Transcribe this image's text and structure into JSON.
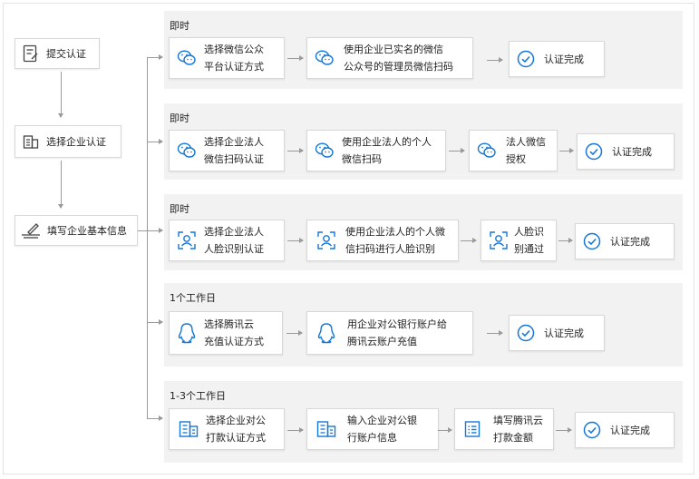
{
  "left": {
    "step1": "提交认证",
    "step2": "选择企业认证",
    "step3": "填写企业基本信息"
  },
  "rows": [
    {
      "title": "即时",
      "b1": "选择微信公众\n平台认证方式",
      "b2": "使用企业已实名的微信\n公众号的管理员微信扫码",
      "done": "认证完成"
    },
    {
      "title": "即时",
      "b1": "选择企业法人\n微信扫码认证",
      "b2": "使用企业法人的个人\n微信扫码",
      "b3": "法人微信\n授权",
      "done": "认证完成"
    },
    {
      "title": "即时",
      "b1": "选择企业法人\n人脸识别认证",
      "b2": "使用企业法人的个人微\n信扫码进行人脸识别",
      "b3": "人脸识\n别通过",
      "done": "认证完成"
    },
    {
      "title": "1个工作日",
      "b1": "选择腾讯云\n充值认证方式",
      "b2": "用企业对公银行账户给\n腾讯云账户充值",
      "done": "认证完成"
    },
    {
      "title": "1-3个工作日",
      "b1": "选择企业对公\n打款认证方式",
      "b2": "输入企业对公银\n行账户信息",
      "b3": "填写腾讯云\n打款金额",
      "done": "认证完成"
    }
  ],
  "colors": {
    "accent": "#1677d9",
    "line": "#9a9a9a",
    "panel": "#f2f2f2"
  }
}
